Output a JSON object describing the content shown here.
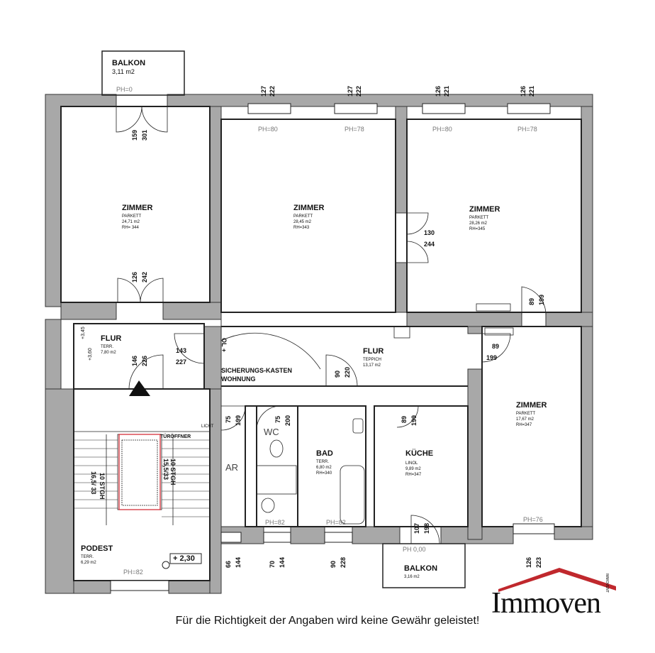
{
  "rooms": {
    "balkon_top": {
      "name": "BALKON",
      "area": "3,11 m2",
      "ph": "PH=0"
    },
    "zimmer1": {
      "name": "ZIMMER",
      "floor": "PARKETT",
      "area": "24,71 m2",
      "rh": "RH= 344"
    },
    "zimmer2": {
      "name": "ZIMMER",
      "floor": "PARKETT",
      "area": "28,45 m2",
      "rh": "RH=343"
    },
    "zimmer3": {
      "name": "ZIMMER",
      "floor": "PARKETT",
      "area": "28,26 m2",
      "rh": "RH=345"
    },
    "zimmer4": {
      "name": "ZIMMER",
      "floor": "PARKETT",
      "area": "17,67 m2",
      "rh": "RH=347"
    },
    "flur1": {
      "name": "FLUR",
      "floor": "TERR.",
      "area": "7,80 m2"
    },
    "flur2": {
      "name": "FLUR",
      "floor": "TEPPICH",
      "area": "13,17 m2"
    },
    "wc": {
      "name": "WC"
    },
    "ar": {
      "name": "AR"
    },
    "bad": {
      "name": "BAD",
      "floor": "TERR.",
      "area": "6,80 m2",
      "rh": "RH=340"
    },
    "kueche": {
      "name": "KÜCHE",
      "floor": "LINOL",
      "area": "9,89 m2",
      "rh": "RH=347"
    },
    "podest": {
      "name": "PODEST",
      "floor": "TERR.",
      "area": "6,29 m2",
      "ph": "PH=82",
      "level": "+ 2,30"
    },
    "balkon_bottom": {
      "name": "BALKON",
      "area": "3,16 m2",
      "ph": "PH 0,00"
    }
  },
  "annotations": {
    "sicherung": "SICHERUNGS-KASTEN",
    "wohnung": "WOHNUNG",
    "tueroeffner": "TÜRÖFFNER",
    "stairs_up": "10 STGH",
    "stairs_up2": "15,5/33",
    "stairs_down": "10 STGH",
    "stairs_down2": "16,5/ 33",
    "ht": "+3,45",
    "ht2": "+3,60",
    "ol": "OL +",
    "licht": "LICHT"
  },
  "window_dims": [
    {
      "w": "127",
      "h": "222",
      "ph": "PH=80"
    },
    {
      "w": "127",
      "h": "222",
      "ph": "PH=78"
    },
    {
      "w": "126",
      "h": "221",
      "ph": "PH=80"
    },
    {
      "w": "126",
      "h": "221",
      "ph": "PH=78"
    }
  ],
  "door_dims": {
    "balkon": [
      "159",
      "301"
    ],
    "zimmer1": [
      "126",
      "242"
    ],
    "z2z3": [
      "130",
      "244"
    ],
    "z3flur": [
      "89",
      "199"
    ],
    "flur1": [
      "146",
      "226"
    ],
    "flur1b": [
      "143",
      "227"
    ],
    "bad": [
      "90",
      "220"
    ],
    "z4": [
      "89",
      "199"
    ],
    "ar": [
      "75",
      "199"
    ],
    "wc": [
      "75",
      "200"
    ],
    "kueche": [
      "89",
      "199"
    ],
    "balkon2": [
      "107",
      "198"
    ]
  },
  "bottom_windows": [
    {
      "w": "66",
      "h": "144",
      "ph": ""
    },
    {
      "w": "70",
      "h": "144",
      "ph": "PH=82"
    },
    {
      "w": "90",
      "h": "228",
      "ph": "PH=82"
    },
    {
      "w": "126",
      "h": "223",
      "ph": "PH=76"
    }
  ],
  "disclaimer": "Für die Richtigkeit der Angaben wird keine Gewähr geleistet!",
  "logo": {
    "text": "Immoven",
    "side": "IMMOVENT",
    "color": "#c0282d"
  }
}
